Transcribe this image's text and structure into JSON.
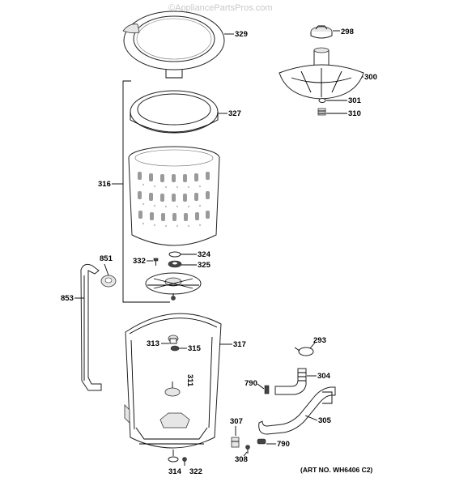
{
  "watermark": "©AppliancePartsPros.com",
  "art_number": "(ART NO. WH6406 C2)",
  "labels": {
    "p329": "329",
    "p298": "298",
    "p300": "300",
    "p301": "301",
    "p310": "310",
    "p327": "327",
    "p316": "316",
    "p851": "851",
    "p332": "332",
    "p324": "324",
    "p325": "325",
    "p853": "853",
    "p313": "313",
    "p315": "315",
    "p317": "317",
    "p311": "311",
    "p293": "293",
    "p790a": "790",
    "p304": "304",
    "p305": "305",
    "p307": "307",
    "p790b": "790",
    "p308": "308",
    "p314": "314",
    "p322": "322"
  }
}
